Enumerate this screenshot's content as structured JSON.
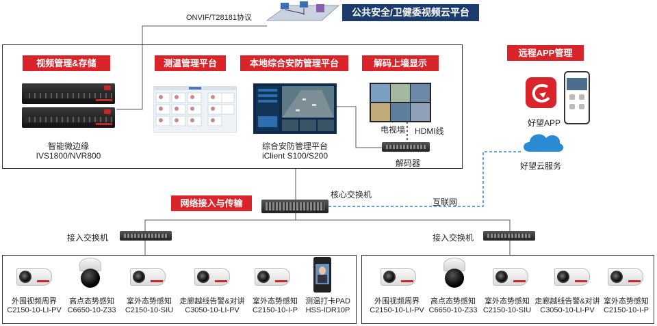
{
  "platform": {
    "protocol_label": "ONVIF/T28181协议",
    "cloud_title": "公共安全/卫健委视频云平台"
  },
  "main_box": {
    "tags": [
      "视频管理&存储",
      "测温管理平台",
      "本地综合安防管理平台",
      "解码上墙显示"
    ],
    "nvr_caption_1": "智能微边缘",
    "nvr_caption_2": "IVS1800/NVR800",
    "software_caption_1": "综合安防管理平台",
    "software_caption_2": "iClient S100/S200",
    "tv_wall_label": "电视墙",
    "hdmi_label": "HDMI线",
    "decoder_label": "解码器"
  },
  "remote": {
    "tag": "远程APP管理",
    "app_label": "好望APP",
    "cloud_service_label": "好望云服务",
    "internet_label": "互联网"
  },
  "network": {
    "tag": "网络接入与传输",
    "core_switch_label": "核心交换机",
    "access_switch_left": "接入交换机",
    "access_switch_right": "接入交换机"
  },
  "left_devices": [
    {
      "name": "外围视频周界",
      "model": "C2150-10-LI-PV"
    },
    {
      "name": "高点态势感知",
      "model": "C6650-10-Z33"
    },
    {
      "name": "室外态势感知",
      "model": "C2150-10-SIU"
    },
    {
      "name": "走廊越线告警&对讲",
      "model": "C3050-10-LI-PV"
    },
    {
      "name": "室外态势感知",
      "model": "C2150-10-I-P"
    },
    {
      "name": "测温打卡PAD",
      "model": "HSS-IDR10P"
    }
  ],
  "right_devices": [
    {
      "name": "外围视频周界",
      "model": "C2150-10-LI-PV"
    },
    {
      "name": "高点态势感知",
      "model": "C6650-10-Z33"
    },
    {
      "name": "室外态势感知",
      "model": "C2150-10-SIU"
    },
    {
      "name": "走廊越线告警&对讲",
      "model": "C3050-10-LI-PV"
    },
    {
      "name": "室外态势感知",
      "model": "C2150-10-I-P"
    }
  ],
  "colors": {
    "tag_red": "#d9252a",
    "tag_navy": "#1c3c6e",
    "link_blue": "#2a8ad4"
  }
}
